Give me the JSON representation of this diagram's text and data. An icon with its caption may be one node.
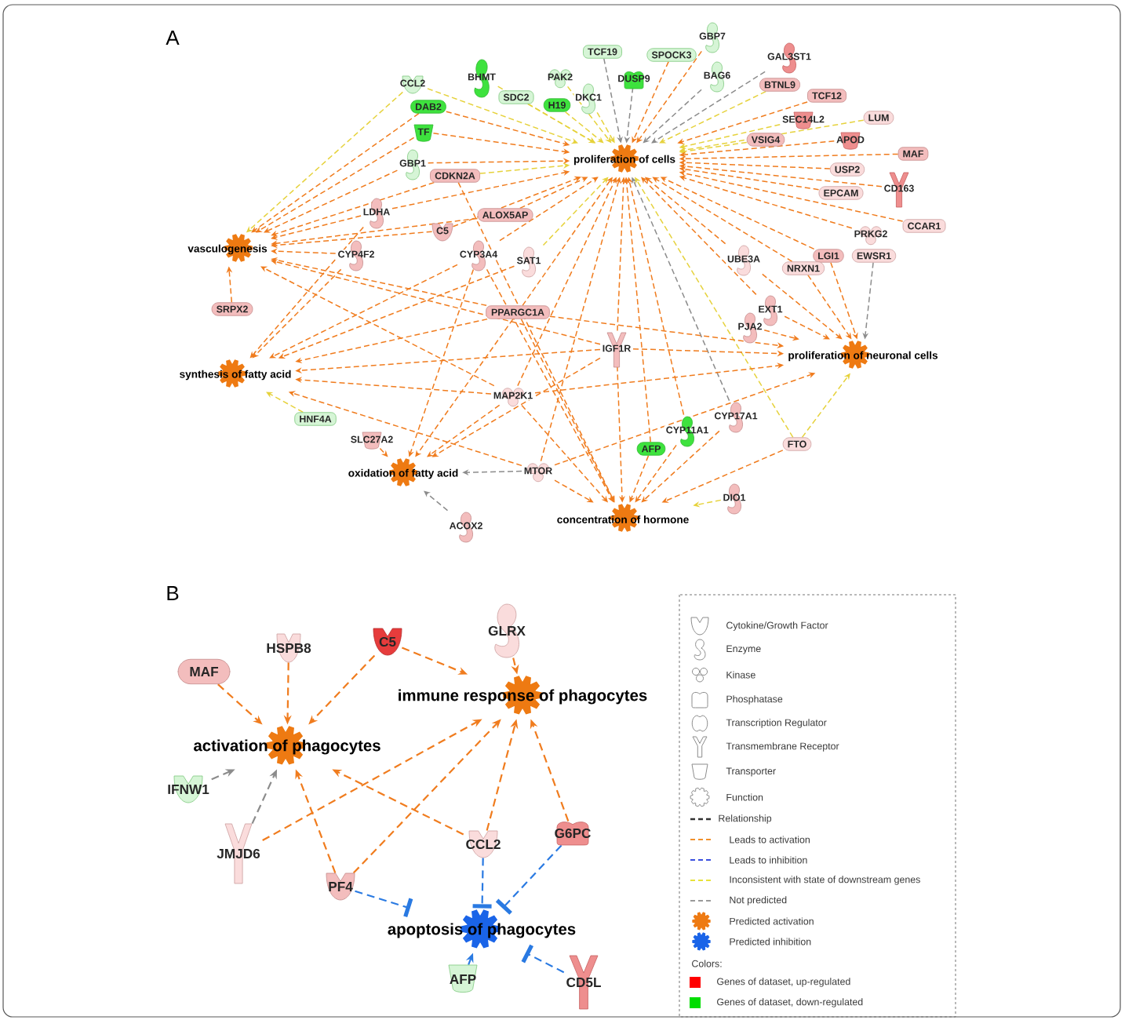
{
  "diagram": {
    "nodes": [
      {
        "text": [
          "GBP7"
        ]
      },
      {
        "text": [
          "TCF19"
        ]
      },
      {
        "text": [
          "SPOCK3"
        ]
      },
      {
        "text": [
          "GAL3ST1"
        ]
      },
      {
        "text": [
          "BHMT"
        ]
      },
      {
        "text": [
          "PAK2"
        ]
      },
      {
        "text": [
          "BAG6"
        ]
      },
      {
        "text": [
          "DUSP9"
        ]
      },
      {
        "text": [
          "CCL2"
        ]
      },
      {
        "text": [
          "BTNL9"
        ]
      },
      {
        "text": [
          "TCF12"
        ]
      },
      {
        "text": [
          "SDC2"
        ]
      },
      {
        "text": [
          "DKC1"
        ]
      },
      {
        "text": [
          "H19"
        ]
      },
      {
        "text": [
          "DAB2"
        ]
      },
      {
        "text": [
          "SEC14L2"
        ]
      },
      {
        "text": [
          "LUM"
        ]
      },
      {
        "text": [
          "TF"
        ]
      },
      {
        "text": [
          "VSIG4"
        ]
      },
      {
        "text": [
          "APOD"
        ]
      },
      {
        "text": [
          "MAF"
        ]
      },
      {
        "text": [
          "proliferation of cells"
        ]
      },
      {
        "text": [
          "GBP1"
        ]
      },
      {
        "text": [
          "USP2"
        ]
      },
      {
        "text": [
          "CDKN2A"
        ]
      },
      {
        "text": [
          "CD163"
        ]
      },
      {
        "text": [
          "EPCAM"
        ]
      },
      {
        "text": [
          "LDHA"
        ]
      },
      {
        "text": [
          "ALOX5AP"
        ]
      },
      {
        "text": [
          "CCAR1"
        ]
      },
      {
        "text": [
          "C5"
        ]
      },
      {
        "text": [
          "PRKG2"
        ]
      },
      {
        "text": [
          "vasculogenesis"
        ]
      },
      {
        "text": [
          "CYP4F2"
        ]
      },
      {
        "text": [
          "CYP3A4"
        ]
      },
      {
        "text": [
          "LGI1"
        ]
      },
      {
        "text": [
          "EWSR1"
        ]
      },
      {
        "text": [
          "SAT1"
        ]
      },
      {
        "text": [
          "UBE3A"
        ]
      },
      {
        "text": [
          "NRXN1"
        ]
      },
      {
        "text": [
          "EXT1"
        ]
      },
      {
        "text": [
          "SRPX2"
        ]
      },
      {
        "text": [
          "PPARGC1A"
        ]
      },
      {
        "text": [
          "PJA2"
        ]
      },
      {
        "text": [
          "IGF1R"
        ]
      },
      {
        "text": [
          "proliferation of neuronal cells"
        ]
      },
      {
        "text": [
          "synthesis of fatty acid"
        ]
      },
      {
        "text": [
          "MAP2K1"
        ]
      },
      {
        "text": [
          "CYP17A1"
        ]
      },
      {
        "text": [
          "HNF4A"
        ]
      },
      {
        "text": [
          "CYP11A1"
        ]
      },
      {
        "text": [
          "SLC27A2"
        ]
      },
      {
        "text": [
          "FTO"
        ]
      },
      {
        "text": [
          "AFP"
        ]
      },
      {
        "text": [
          "MTOR"
        ]
      },
      {
        "text": [
          "oxidation of fatty acid"
        ]
      },
      {
        "text": [
          "DIO1"
        ]
      },
      {
        "text": [
          "concentration of hormone"
        ]
      },
      {
        "text": [
          "ACOX2"
        ]
      },
      {
        "text": [
          "GLRX"
        ]
      },
      {
        "text": [
          "C5"
        ]
      },
      {
        "text": [
          "HSPB8"
        ]
      },
      {
        "text": [
          "MAF"
        ]
      },
      {
        "text": [
          "immune response of phagocytes"
        ]
      },
      {
        "text": [
          "activation of phagocytes"
        ]
      },
      {
        "text": [
          "IFNW1"
        ]
      },
      {
        "text": [
          "G6PC"
        ]
      },
      {
        "text": [
          "CCL2"
        ]
      },
      {
        "text": [
          "JMJD6"
        ]
      },
      {
        "text": [
          "PF4"
        ]
      },
      {
        "text": [
          "apoptosis of phagocytes"
        ]
      },
      {
        "text": [
          "CD5L"
        ]
      },
      {
        "text": [
          "AFP"
        ]
      }
    ],
    "edges": [
      {
        "from": 0,
        "to": 21,
        "arrow": "to",
        "style": "dashed"
      },
      {
        "from": 1,
        "to": 21,
        "arrow": "to",
        "style": "dashed",
        "color": "#8c8c8c"
      },
      {
        "from": 2,
        "to": 21,
        "arrow": "to",
        "style": "dashed"
      },
      {
        "from": 3,
        "to": 21,
        "arrow": "to",
        "style": "dashed",
        "color": "#8c8c8c"
      },
      {
        "from": 4,
        "to": 21,
        "arrow": "to",
        "style": "dashed",
        "color": "#e6d23c"
      },
      {
        "from": 5,
        "to": 21,
        "arrow": "to",
        "style": "dashed",
        "color": "#e6d23c"
      },
      {
        "from": 6,
        "to": 21,
        "arrow": "to",
        "style": "dashed",
        "color": "#8c8c8c"
      },
      {
        "from": 7,
        "to": 21,
        "arrow": "to",
        "style": "dashed",
        "color": "#8c8c8c"
      },
      {
        "from": 8,
        "to": 21,
        "arrow": "to",
        "style": "dashed",
        "color": "#e6d23c"
      },
      {
        "from": 9,
        "to": 21,
        "arrow": "to",
        "style": "dashed",
        "color": "#e6d23c"
      },
      {
        "from": 10,
        "to": 21,
        "arrow": "to",
        "style": "dashed"
      },
      {
        "from": 11,
        "to": 21,
        "arrow": "to",
        "style": "dashed",
        "color": "#e6d23c"
      },
      {
        "from": 12,
        "to": 21,
        "arrow": "to",
        "style": "dashed",
        "color": "#e6d23c"
      },
      {
        "from": 13,
        "to": 21,
        "arrow": "to",
        "style": "dashed",
        "color": "#e6d23c"
      },
      {
        "from": 14,
        "to": 21,
        "arrow": "to",
        "style": "dashed"
      },
      {
        "from": 15,
        "to": 21,
        "arrow": "to",
        "style": "dashed",
        "color": "#e6d23c"
      },
      {
        "from": 16,
        "to": 21,
        "arrow": "to",
        "style": "dashed",
        "color": "#e6d23c"
      },
      {
        "from": 17,
        "to": 21,
        "arrow": "to",
        "style": "dashed"
      },
      {
        "from": 18,
        "to": 21,
        "arrow": "to",
        "style": "dashed",
        "color": "#e6d23c"
      },
      {
        "from": 19,
        "to": 21,
        "arrow": "to",
        "style": "dashed"
      },
      {
        "from": 20,
        "to": 21,
        "arrow": "to",
        "style": "dashed"
      },
      {
        "from": 22,
        "to": 21,
        "arrow": "to",
        "style": "dashed"
      },
      {
        "from": 23,
        "to": 21,
        "arrow": "to",
        "style": "dashed"
      },
      {
        "from": 24,
        "to": 21,
        "arrow": "to",
        "style": "dashed",
        "color": "#e6d23c"
      },
      {
        "from": 25,
        "to": 21,
        "arrow": "to",
        "style": "dashed"
      },
      {
        "from": 26,
        "to": 21,
        "arrow": "to",
        "style": "dashed"
      },
      {
        "from": 27,
        "to": 21,
        "arrow": "to",
        "style": "dashed"
      },
      {
        "from": 28,
        "to": 21,
        "arrow": "to",
        "style": "dashed"
      },
      {
        "from": 29,
        "to": 21,
        "arrow": "to",
        "style": "dashed"
      },
      {
        "from": 30,
        "to": 21,
        "arrow": "to",
        "style": "dashed"
      },
      {
        "from": 31,
        "to": 21,
        "arrow": "to",
        "style": "dashed"
      },
      {
        "from": 34,
        "to": 21,
        "arrow": "to",
        "style": "dashed"
      },
      {
        "from": 35,
        "to": 21,
        "arrow": "to",
        "style": "dashed"
      },
      {
        "from": 37,
        "to": 21,
        "arrow": "to",
        "style": "dashed",
        "color": "#e6d23c"
      },
      {
        "from": 38,
        "to": 21,
        "arrow": "to",
        "style": "dashed"
      },
      {
        "from": 39,
        "to": 21,
        "arrow": "to",
        "style": "dashed"
      },
      {
        "from": 40,
        "to": 21,
        "arrow": "to",
        "style": "dashed"
      },
      {
        "from": 42,
        "to": 21,
        "arrow": "to",
        "style": "dashed"
      },
      {
        "from": 44,
        "to": 21,
        "arrow": "to",
        "style": "dashed"
      },
      {
        "from": 47,
        "to": 21,
        "arrow": "to",
        "style": "dashed"
      },
      {
        "from": 48,
        "to": 21,
        "arrow": "to",
        "style": "dashed",
        "color": "#8c8c8c"
      },
      {
        "from": 50,
        "to": 21,
        "arrow": "to",
        "style": "dashed"
      },
      {
        "from": 52,
        "to": 21,
        "arrow": "to",
        "style": "dashed",
        "color": "#e6d23c"
      },
      {
        "from": 53,
        "to": 21,
        "arrow": "to",
        "style": "dashed"
      },
      {
        "from": 54,
        "to": 21,
        "arrow": "to",
        "style": "dashed"
      },
      {
        "from": 8,
        "to": 32,
        "arrow": "to",
        "style": "dashed",
        "color": "#e6d23c"
      },
      {
        "from": 14,
        "to": 32,
        "arrow": "to",
        "style": "dashed"
      },
      {
        "from": 17,
        "to": 32,
        "arrow": "to",
        "style": "dashed"
      },
      {
        "from": 22,
        "to": 32,
        "arrow": "to",
        "style": "dashed"
      },
      {
        "from": 24,
        "to": 32,
        "arrow": "to",
        "style": "dashed"
      },
      {
        "from": 27,
        "to": 32,
        "arrow": "to",
        "style": "dashed"
      },
      {
        "from": 28,
        "to": 32,
        "arrow": "to",
        "style": "dashed"
      },
      {
        "from": 30,
        "to": 32,
        "arrow": "to",
        "style": "dashed"
      },
      {
        "from": 33,
        "to": 32,
        "arrow": "to",
        "style": "dashed"
      },
      {
        "from": 41,
        "to": 32,
        "arrow": "to",
        "style": "dashed"
      },
      {
        "from": 42,
        "to": 32,
        "arrow": "to",
        "style": "dashed"
      },
      {
        "from": 44,
        "to": 32,
        "arrow": "to",
        "style": "dashed"
      },
      {
        "from": 47,
        "to": 32,
        "arrow": "to",
        "style": "dashed"
      },
      {
        "from": 49,
        "to": 46,
        "arrow": "to",
        "style": "dashed",
        "color": "#e6d23c"
      },
      {
        "from": 27,
        "to": 46,
        "arrow": "to",
        "style": "dashed"
      },
      {
        "from": 33,
        "to": 46,
        "arrow": "to",
        "style": "dashed"
      },
      {
        "from": 34,
        "to": 46,
        "arrow": "to",
        "style": "dashed"
      },
      {
        "from": 37,
        "to": 46,
        "arrow": "to",
        "style": "dashed"
      },
      {
        "from": 42,
        "to": 46,
        "arrow": "to",
        "style": "dashed"
      },
      {
        "from": 44,
        "to": 46,
        "arrow": "to",
        "style": "dashed"
      },
      {
        "from": 47,
        "to": 46,
        "arrow": "to",
        "style": "dashed"
      },
      {
        "from": 54,
        "to": 46,
        "arrow": "to",
        "style": "dashed"
      },
      {
        "from": 36,
        "to": 45,
        "arrow": "to",
        "style": "dashed",
        "color": "#8c8c8c"
      },
      {
        "from": 35,
        "to": 45,
        "arrow": "to",
        "style": "dashed"
      },
      {
        "from": 38,
        "to": 45,
        "arrow": "to",
        "style": "dashed"
      },
      {
        "from": 39,
        "to": 45,
        "arrow": "to",
        "style": "dashed"
      },
      {
        "from": 40,
        "to": 45,
        "arrow": "to",
        "style": "dashed"
      },
      {
        "from": 42,
        "to": 45,
        "arrow": "to",
        "style": "dashed"
      },
      {
        "from": 43,
        "to": 45,
        "arrow": "to",
        "style": "dashed"
      },
      {
        "from": 44,
        "to": 45,
        "arrow": "to",
        "style": "dashed"
      },
      {
        "from": 47,
        "to": 45,
        "arrow": "to",
        "style": "dashed"
      },
      {
        "from": 52,
        "to": 45,
        "arrow": "to",
        "style": "dashed",
        "color": "#e6d23c"
      },
      {
        "from": 54,
        "to": 45,
        "arrow": "to",
        "style": "dashed"
      },
      {
        "from": 51,
        "to": 55,
        "arrow": "to",
        "style": "dashed"
      },
      {
        "from": 58,
        "to": 55,
        "arrow": "to",
        "style": "dashed",
        "color": "#8c8c8c"
      },
      {
        "from": 54,
        "to": 55,
        "arrow": "to",
        "style": "dashed",
        "color": "#8c8c8c"
      },
      {
        "from": 34,
        "to": 55,
        "arrow": "to",
        "style": "dashed"
      },
      {
        "from": 42,
        "to": 55,
        "arrow": "to",
        "style": "dashed"
      },
      {
        "from": 44,
        "to": 55,
        "arrow": "to",
        "style": "dashed"
      },
      {
        "from": 47,
        "to": 55,
        "arrow": "to",
        "style": "dashed"
      },
      {
        "from": 24,
        "to": 57,
        "arrow": "to",
        "style": "dashed"
      },
      {
        "from": 34,
        "to": 57,
        "arrow": "to",
        "style": "dashed"
      },
      {
        "from": 42,
        "to": 57,
        "arrow": "to",
        "style": "dashed"
      },
      {
        "from": 44,
        "to": 57,
        "arrow": "to",
        "style": "dashed"
      },
      {
        "from": 47,
        "to": 57,
        "arrow": "to",
        "style": "dashed"
      },
      {
        "from": 48,
        "to": 57,
        "arrow": "to",
        "style": "dashed"
      },
      {
        "from": 50,
        "to": 57,
        "arrow": "to",
        "style": "dashed"
      },
      {
        "from": 52,
        "to": 57,
        "arrow": "to",
        "style": "dashed"
      },
      {
        "from": 53,
        "to": 57,
        "arrow": "to",
        "style": "dashed"
      },
      {
        "from": 54,
        "to": 57,
        "arrow": "to",
        "style": "dashed"
      },
      {
        "from": 56,
        "to": 57,
        "arrow": "to",
        "style": "dashed",
        "color": "#e6d23c"
      },
      {
        "from": 62,
        "to": 64,
        "arrow": "to",
        "style": "dashed"
      },
      {
        "from": 61,
        "to": 64,
        "arrow": "to",
        "style": "dashed"
      },
      {
        "from": 60,
        "to": 64,
        "arrow": "to",
        "style": "dashed"
      },
      {
        "from": 60,
        "to": 63,
        "arrow": "to",
        "style": "dashed"
      },
      {
        "from": 59,
        "to": 63,
        "arrow": "to",
        "style": "dashed"
      },
      {
        "from": 65,
        "to": 64,
        "arrow": "to",
        "style": "dashed",
        "color": "#8c8c8c"
      },
      {
        "from": 68,
        "to": 64,
        "arrow": "to",
        "style": "dashed",
        "color": "#8c8c8c"
      },
      {
        "from": 68,
        "to": 63,
        "arrow": "to",
        "style": "dashed"
      },
      {
        "from": 69,
        "to": 64,
        "arrow": "to",
        "style": "dashed"
      },
      {
        "from": 69,
        "to": 63,
        "arrow": "to",
        "style": "dashed"
      },
      {
        "from": 67,
        "to": 64,
        "arrow": "to",
        "style": "dashed"
      },
      {
        "from": 67,
        "to": 63,
        "arrow": "to",
        "style": "dashed"
      },
      {
        "from": 66,
        "to": 63,
        "arrow": "to",
        "style": "dashed"
      },
      {
        "from": 67,
        "to": 70,
        "arrow": "other",
        "style": "dashed",
        "color": "#2a7ae2"
      },
      {
        "from": 66,
        "to": 70,
        "arrow": "other",
        "style": "dashed",
        "color": "#2a7ae2"
      },
      {
        "from": 69,
        "to": 70,
        "arrow": "other",
        "style": "dashed",
        "color": "#2a7ae2"
      },
      {
        "from": 71,
        "to": 70,
        "arrow": "other",
        "style": "dashed",
        "color": "#2a7ae2"
      },
      {
        "from": 72,
        "to": 70,
        "arrow": "to",
        "style": "dashed",
        "color": "#2a7ae2"
      }
    ],
    "labels": [
      "A",
      "B",
      "Colors:"
    ],
    "legend": [
      {
        "text": "Cytokine/Growth Factor"
      },
      {
        "text": "Enzyme"
      },
      {
        "text": "Kinase"
      },
      {
        "text": "Phosphatase"
      },
      {
        "text": "Transcription Regulator"
      },
      {
        "text": "Transmembrane Receptor"
      },
      {
        "text": "Transporter"
      },
      {
        "text": "Function"
      },
      {
        "text": "Relationship"
      },
      {
        "text": "Leads to activation"
      },
      {
        "text": "Leads to inhibition"
      },
      {
        "text": "Inconsistent with state of downstream genes"
      },
      {
        "text": "Not predicted"
      },
      {
        "text": "Predicted activation"
      },
      {
        "text": "Predicted inhibition"
      },
      {
        "text": "Genes of dataset, up-regulated",
        "color": "#ff0000"
      },
      {
        "text": "Genes of dataset, down-regulated",
        "color": "#00dd00"
      }
    ]
  }
}
